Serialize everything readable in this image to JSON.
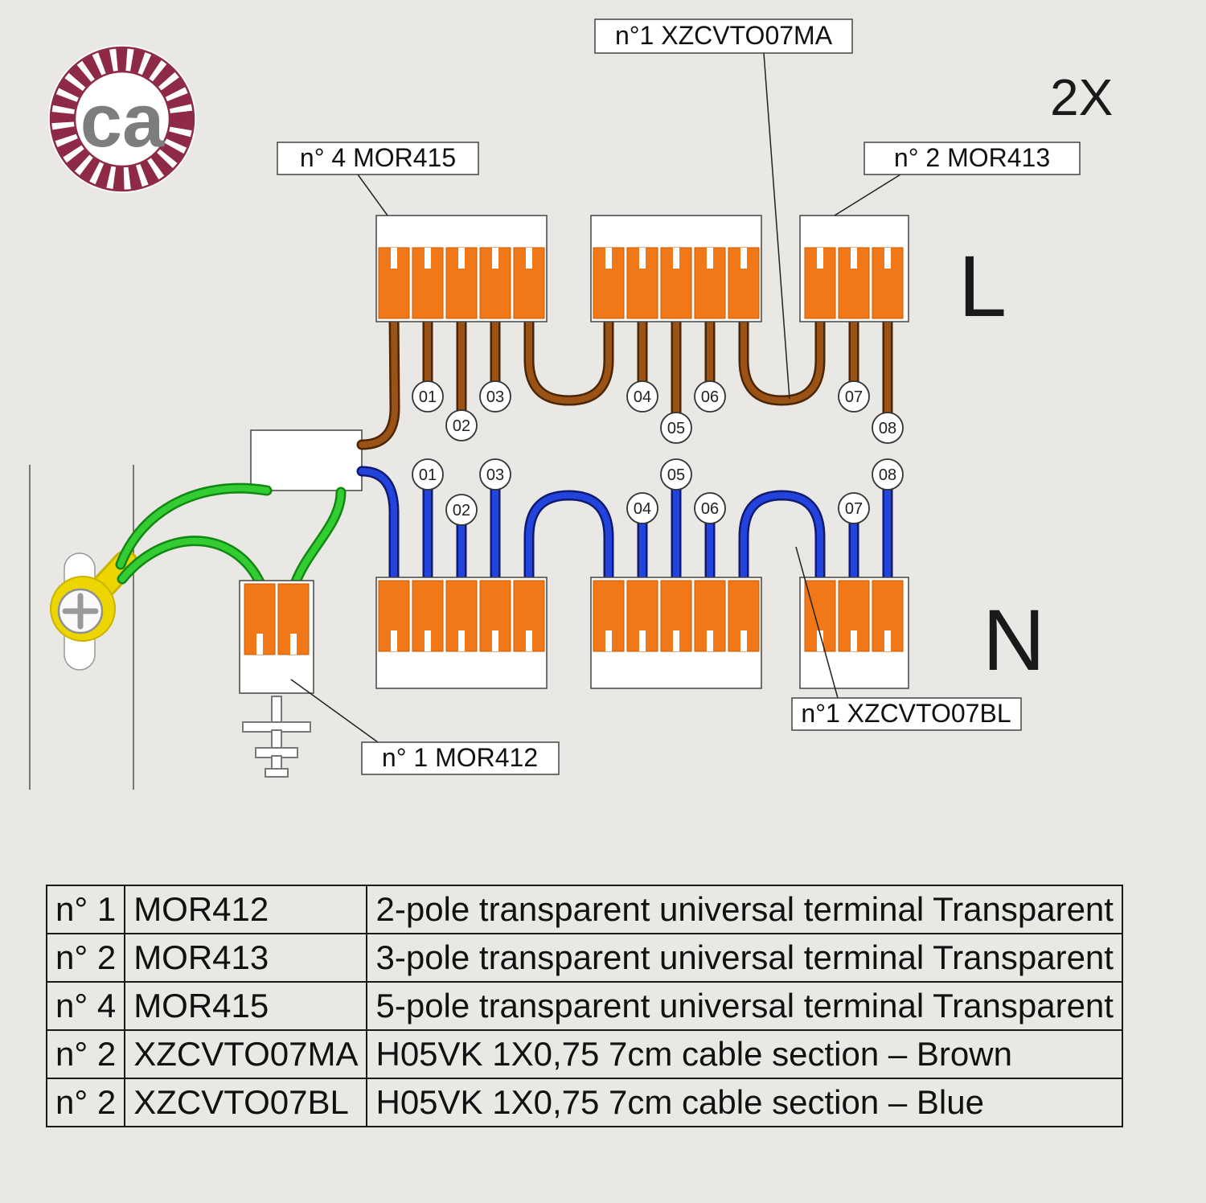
{
  "logo": {
    "text": "ca"
  },
  "quantity": "2X",
  "labels": {
    "xzcvto07ma": "n°1 XZCVTO07MA",
    "mor415": "n° 4 MOR415",
    "mor413": "n° 2  MOR413",
    "mor412": "n° 1 MOR412",
    "xzcvto07bl": "n°1 XZCVTO07BL",
    "line": "L",
    "neutral": "N"
  },
  "l_markers": [
    "01",
    "02",
    "03",
    "04",
    "05",
    "06",
    "07",
    "08"
  ],
  "n_markers": [
    "01",
    "02",
    "03",
    "04",
    "05",
    "06",
    "07",
    "08"
  ],
  "table": {
    "rows": [
      {
        "qty": "n° 1",
        "code": "MOR412",
        "desc": "2-pole transparent universal terminal Transparent"
      },
      {
        "qty": "n° 2",
        "code": "MOR413",
        "desc": "3-pole transparent universal terminal Transparent"
      },
      {
        "qty": "n° 4",
        "code": "MOR415",
        "desc": "5-pole transparent universal terminal Transparent"
      },
      {
        "qty": "n° 2",
        "code": "XZCVTO07MA",
        "desc": "H05VK 1X0,75 7cm cable section – Brown"
      },
      {
        "qty": "n° 2",
        "code": "XZCVTO07BL",
        "desc": "H05VK 1X0,75 7cm cable section – Blue"
      }
    ]
  },
  "colors": {
    "terminal_orange": "#F07818",
    "wire_brown": "#9A5315",
    "wire_blue": "#2244DD",
    "wire_green": "#33CC33",
    "lug_yellow": "#EDD500",
    "logo_maroon": "#8E2A45",
    "background": "#E9E8E4"
  }
}
